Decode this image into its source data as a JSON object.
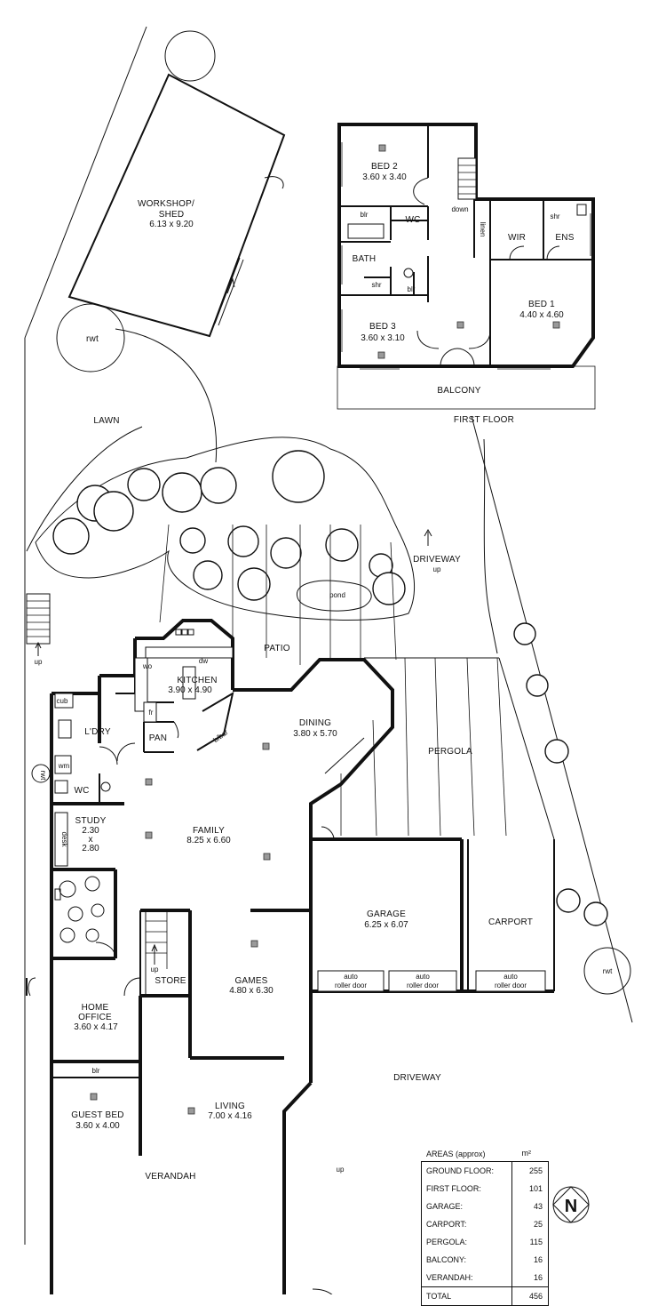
{
  "first_floor": {
    "title": "FIRST FLOOR",
    "bed2": {
      "name": "BED 2",
      "dims": "3.60 x 3.40"
    },
    "bed3": {
      "name": "BED 3",
      "dims": "3.60 x 3.10"
    },
    "bed1": {
      "name": "BED 1",
      "dims": "4.40 x 4.60"
    },
    "bath": "BATH",
    "wc": "WC",
    "blr_top": "blr",
    "blr_bottom": "blr",
    "shr_bath": "shr",
    "shr_ens": "shr",
    "down": "down",
    "linen": "linen",
    "wir": "WIR",
    "ens": "ENS",
    "balcony": "BALCONY"
  },
  "site": {
    "workshop_line1": "WORKSHOP/",
    "workshop_line2": "SHED",
    "workshop_dims": "6.13 x 9.20",
    "rwt_top": "rwt",
    "rwt_side": "rwt",
    "rwt_right": "rwt",
    "lawn": "LAWN",
    "pond": "pond",
    "driveway_north": "DRIVEWAY",
    "driveway_north_up": "up",
    "driveway_main": "DRIVEWAY",
    "patio": "PATIO",
    "pergola": "PERGOLA",
    "up_left": "up",
    "up_verandah": "up"
  },
  "ground_floor": {
    "kitchen": {
      "name": "KITCHEN",
      "dims": "3.90 x 4.90"
    },
    "dw": "dw",
    "wo": "wo",
    "fr": "fr",
    "pan": "PAN",
    "bbar": "b/bar",
    "cub": "cub",
    "ldry": "L'DRY",
    "wm": "wm",
    "wc": "WC",
    "study": {
      "name": "STUDY",
      "dim1": "2.30",
      "x": "x",
      "dim2": "2.80"
    },
    "desk": "desk",
    "dining": {
      "name": "DINING",
      "dims": "3.80 x 5.70"
    },
    "family": {
      "name": "FAMILY",
      "dims": "8.25 x 6.60"
    },
    "garage": {
      "name": "GARAGE",
      "dims": "6.25 x 6.07"
    },
    "carport": "CARPORT",
    "auto": "auto",
    "roller_door": "roller door",
    "store": "STORE",
    "stair_up": "up",
    "games": {
      "name": "GAMES",
      "dims": "4.80 x 6.30"
    },
    "home_office": {
      "name1": "HOME",
      "name2": "OFFICE",
      "dims": "3.60 x 4.17"
    },
    "blr": "blr",
    "guest_bed": {
      "name": "GUEST BED",
      "dims": "3.60 x 4.00"
    },
    "living": {
      "name": "LIVING",
      "dims": "7.00 x 4.16"
    },
    "verandah": "VERANDAH"
  },
  "areas": {
    "title": "AREAS (approx)",
    "unit": "m²",
    "rows": [
      {
        "label": "GROUND FLOOR:",
        "value": "255"
      },
      {
        "label": "FIRST FLOOR:",
        "value": "101"
      },
      {
        "label": "GARAGE:",
        "value": "43"
      },
      {
        "label": "CARPORT:",
        "value": "25"
      },
      {
        "label": "PERGOLA:",
        "value": "115"
      },
      {
        "label": "BALCONY:",
        "value": "16"
      },
      {
        "label": "VERANDAH:",
        "value": "16"
      }
    ],
    "total_label": "TOTAL",
    "total_value": "456"
  },
  "compass": {
    "letter": "N"
  }
}
